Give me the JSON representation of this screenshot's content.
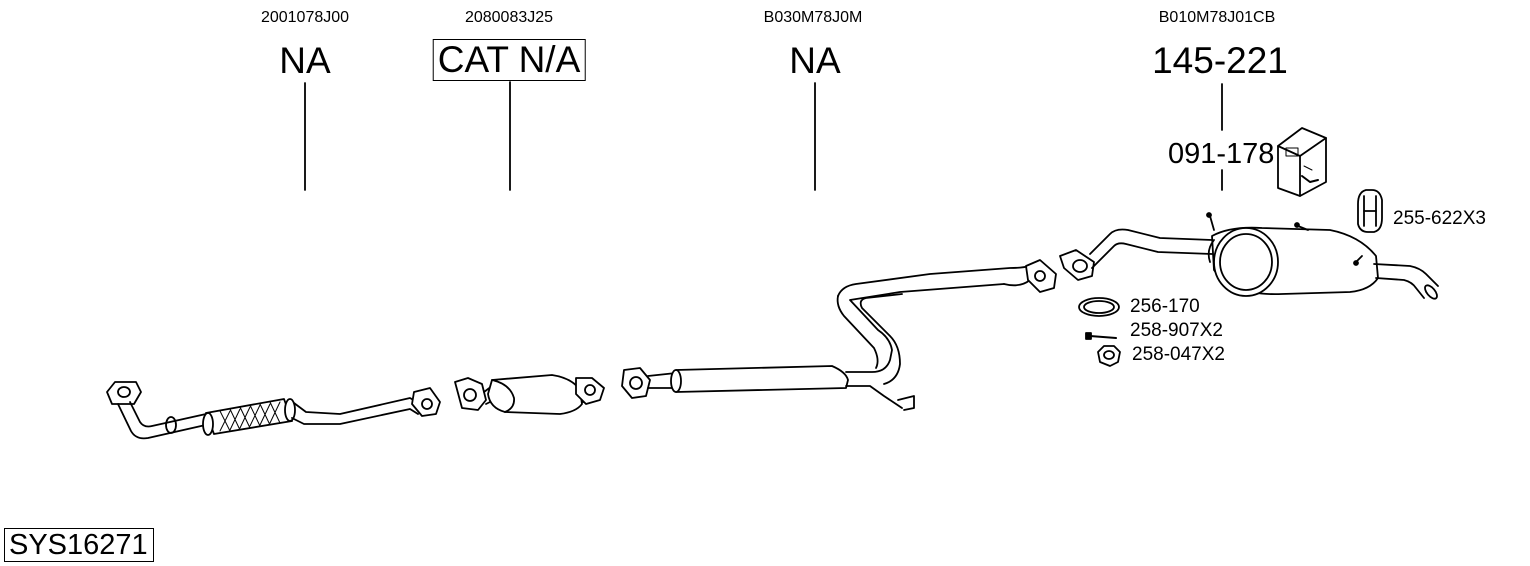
{
  "parts": {
    "p1": {
      "oem": "2001078J00",
      "ref": "NA"
    },
    "p2": {
      "oem": "2080083J25",
      "ref": "CAT N/A"
    },
    "p3": {
      "oem": "B030M78J0M",
      "ref": "NA"
    },
    "p4": {
      "oem": "B010M78J01CB",
      "ref": "145-221",
      "kit": "091-178"
    }
  },
  "accessories": {
    "clamp": "255-622X3",
    "gasket": "256-170",
    "bolt": "258-907X2",
    "nut": "258-047X2"
  },
  "system_id": "SYS16271"
}
